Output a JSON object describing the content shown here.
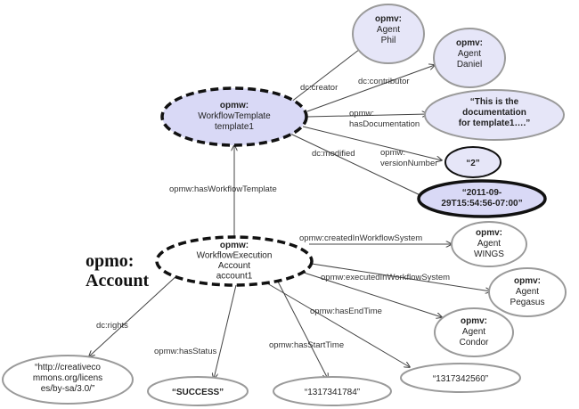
{
  "colors": {
    "purple_fill": "#d9d9f6",
    "lavender_fill": "#e6e6f8",
    "white_fill": "#ffffff",
    "stroke_dark": "#111111",
    "stroke_gray": "#9a9a9a",
    "edge_stroke": "#444444"
  },
  "side_label": [
    "opmo:",
    "Account"
  ],
  "nodes": {
    "template": [
      "opmw:",
      "WorkflowTemplate",
      "template1"
    ],
    "agent_phil": [
      "opmv:",
      "Agent",
      "Phil"
    ],
    "agent_daniel": [
      "opmv:",
      "Agent",
      "Daniel"
    ],
    "documentation": [
      "“This is the",
      "documentation",
      "for template1….”"
    ],
    "version": [
      "“2”"
    ],
    "modified": [
      "“2011-09-",
      "29T15:54:56-07:00”"
    ],
    "execution": [
      "opmw:",
      "WorkflowExecution",
      "Account",
      "account1"
    ],
    "agent_wings": [
      "opmv:",
      "Agent",
      "WINGS"
    ],
    "agent_pegasus": [
      "opmv:",
      "Agent",
      "Pegasus"
    ],
    "agent_condor": [
      "opmv:",
      "Agent",
      "Condor"
    ],
    "rights": [
      "“http://creativeco",
      "mmons.org/licens",
      "es/by-sa/3.0/”"
    ],
    "status": [
      "“SUCCESS”"
    ],
    "start_time": [
      "“1317341784”"
    ],
    "end_time": [
      "“1317342560”"
    ]
  },
  "edges": {
    "creator": [
      "dc:creator"
    ],
    "contributor": [
      "dc:contributor"
    ],
    "has_documentation": [
      "opmw:",
      "hasDocumentation"
    ],
    "version_number": [
      "opmw:",
      "versionNumber"
    ],
    "modified": [
      "dc:modified"
    ],
    "has_workflow_template": [
      "opmw:hasWorkflowTemplate"
    ],
    "created_in_system": [
      "opmw:createdInWorkflowSystem"
    ],
    "executed_in_system": [
      "opmw:executedInWorkflowSystem"
    ],
    "has_end_time": [
      "opmw:hasEndTime"
    ],
    "has_start_time": [
      "opmw:hasStartTime"
    ],
    "has_status": [
      "opmw:hasStatus"
    ],
    "rights": [
      "dc:rights"
    ]
  }
}
